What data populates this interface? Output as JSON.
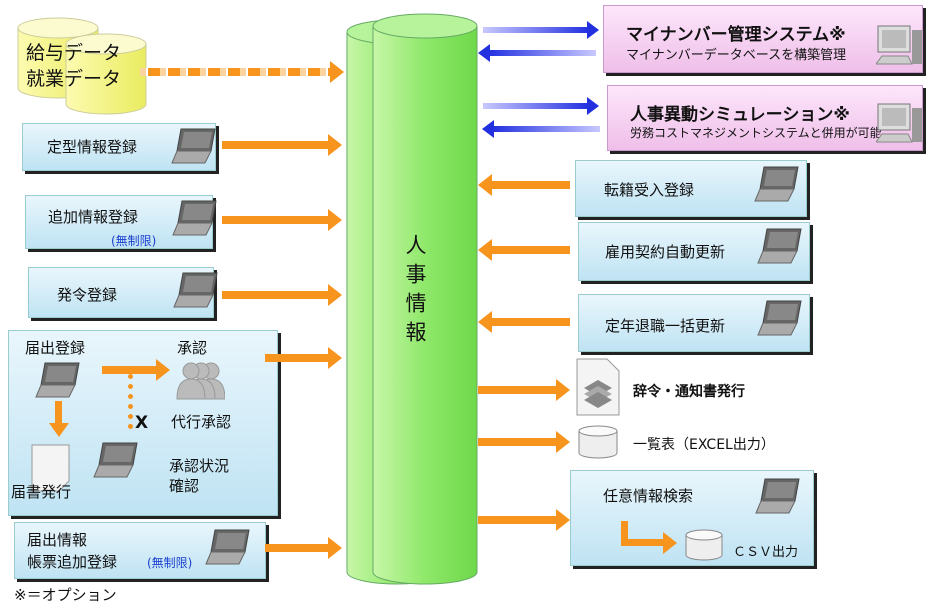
{
  "sources": {
    "line1": "給与データ",
    "line2": "就業データ"
  },
  "center": {
    "label": "人事情報",
    "chars": [
      "人",
      "事",
      "情",
      "報"
    ]
  },
  "left": {
    "fixed": "定型情報登録",
    "additional": "追加情報登録",
    "additional_note": "(無制限)",
    "order": "発令登録",
    "workflow": {
      "submit": "届出登録",
      "approve": "承認",
      "proxy": "代行承認",
      "x_mark": "X",
      "issue": "届書発行",
      "status1": "承認状況",
      "status2": "確認"
    },
    "form1": "届出情報",
    "form2": "帳票追加登録",
    "form_note": "(無制限)"
  },
  "right": {
    "mynumber_title": "マイナンバー管理システム※",
    "mynumber_sub": "マイナンバーデータベースを構築管理",
    "sim_title": "人事異動シミュレーション※",
    "sim_sub": "労務コストマネジメントシステムと併用が可能",
    "transfer": "転籍受入登録",
    "renew": "雇用契約自動更新",
    "retire": "定年退職一括更新",
    "notice": "辞令・通知書発行",
    "list": "一覧表（EXCEL出力）",
    "search": "任意情報検索",
    "csv": "ＣＳＶ出力"
  },
  "footnote": "※＝オプション",
  "colors": {
    "arrow": "#f7941d",
    "center": "#8fe86a",
    "box": "#bfe3f3",
    "pink": "#efbfe9"
  }
}
